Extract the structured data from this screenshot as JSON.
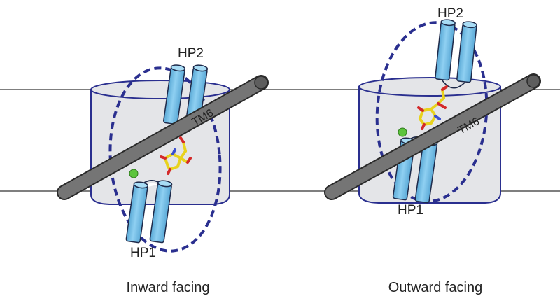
{
  "panels": [
    {
      "caption": "Inward facing",
      "labels": {
        "hp2": "HP2",
        "tm6": "TM6",
        "hp1": "HP1"
      }
    },
    {
      "caption": "Outward facing",
      "labels": {
        "hp2": "HP2",
        "tm6": "TM6",
        "hp1": "HP1"
      }
    }
  ],
  "colors": {
    "membrane_line": "#333333",
    "cylinder_fill": "#e4e5e8",
    "cylinder_stroke": "#2a2f8f",
    "dashed_outline": "#2a2f8f",
    "helix_fill": "#7fc6ea",
    "helix_stroke": "#1e2a4a",
    "tm6_fill": "#707070",
    "substrate": "#e8d21c",
    "ion": "#5cc43c"
  }
}
